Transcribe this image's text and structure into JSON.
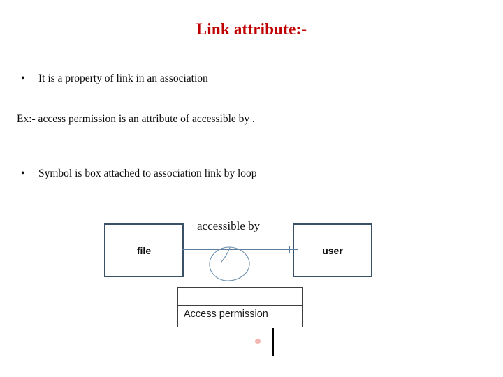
{
  "slide": {
    "title": "Link attribute:-",
    "title_color": "#C00000",
    "background": "#ffffff",
    "bullets": [
      {
        "marker": "•",
        "text": "It is a property of link in an association"
      },
      {
        "marker": "•",
        "text": "Symbol is box attached to association link by loop"
      }
    ],
    "example_line": "Ex:- access permission is an attribute of accessible by ."
  },
  "diagram": {
    "type": "uml-link-attribute",
    "border_color": "#3A5066",
    "line_color": "#5B7E9E",
    "attribute_border_color": "#3f3f3f",
    "classes": [
      {
        "name": "file"
      },
      {
        "name": "user"
      }
    ],
    "association_label": "accessible by",
    "link_attribute": {
      "compartment_top": "",
      "name": "Access permission"
    },
    "loop_shape": "hand-drawn-circle",
    "annotations": {
      "dot_color": "#F2A9A2",
      "caret_color": "#000000"
    }
  }
}
